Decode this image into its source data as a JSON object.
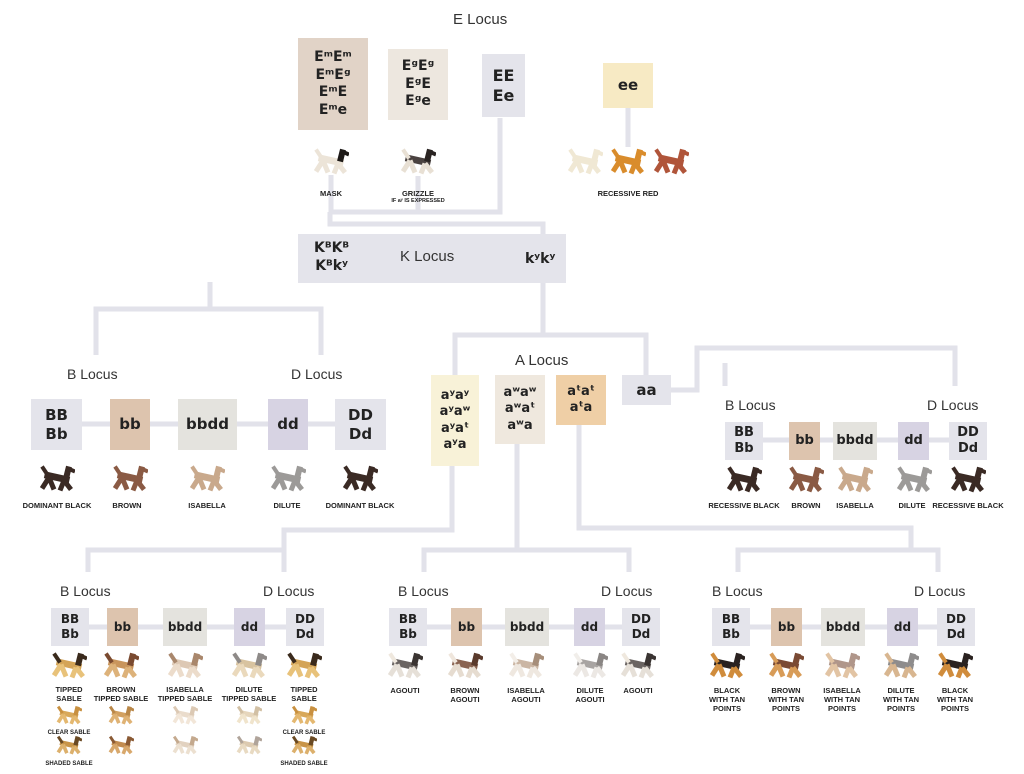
{
  "titles": {
    "e_locus": "E Locus",
    "k_locus": "K Locus",
    "a_locus": "A Locus",
    "b_locus": "B Locus",
    "d_locus": "D Locus"
  },
  "e_genotypes": {
    "mask": [
      "EᵐEᵐ",
      "EᵐEᵍ",
      "EᵐE",
      "Eᵐe"
    ],
    "grizzle": [
      "EᵍEᵍ",
      "EᵍE",
      "Eᵍe"
    ],
    "dominant": [
      "EE",
      "Ee"
    ],
    "recessive": [
      "ee"
    ]
  },
  "e_captions": {
    "mask": "MASK",
    "grizzle": "GRIZZLE",
    "grizzle_note": "IF aʸ IS EXPRESSED",
    "recessive_red": "RECESSIVE RED"
  },
  "k_genotypes": {
    "dominant": [
      "KᴮKᴮ",
      "Kᴮkʸ"
    ],
    "recessive": "kʸkʸ"
  },
  "a_genotypes": {
    "sable": [
      "aʸaʸ",
      "aʸaʷ",
      "aʸaᵗ",
      "aʸa"
    ],
    "agouti": [
      "aʷaʷ",
      "aʷaᵗ",
      "aʷa"
    ],
    "tan_points": [
      "aᵗaᵗ",
      "aᵗa"
    ],
    "recessive_black": "aa"
  },
  "bd_genotypes": {
    "black": [
      "BB",
      "Bb"
    ],
    "brown": "bb",
    "isabella": "bbdd",
    "dilute": "dd",
    "dense": [
      "DD",
      "Dd"
    ]
  },
  "captions": {
    "kb": [
      "DOMINANT BLACK",
      "BROWN",
      "ISABELLA",
      "DILUTE",
      "DOMINANT BLACK"
    ],
    "aa": [
      "RECESSIVE BLACK",
      "BROWN",
      "ISABELLA",
      "DILUTE",
      "RECESSIVE BLACK"
    ],
    "sable": [
      "TIPPED SABLE",
      "BROWN TIPPED SABLE",
      "ISABELLA TIPPED SABLE",
      "DILUTE TIPPED SABLE",
      "TIPPED SABLE"
    ],
    "sable_variants": [
      "CLEAR SABLE",
      "SHADED SABLE"
    ],
    "agouti": [
      "AGOUTI",
      "BROWN AGOUTI",
      "ISABELLA AGOUTI",
      "DILUTE AGOUTI",
      "AGOUTI"
    ],
    "tan": [
      "BLACK WITH TAN POINTS",
      "BROWN WITH TAN POINTS",
      "ISABELLA WITH TAN POINTS",
      "DILUTE WITH TAN POINTS",
      "BLACK WITH TAN POINTS"
    ]
  },
  "colors": {
    "connector": "#e2e2ea",
    "black_coat": "#3a2a24",
    "brown_coat": "#8a5a44",
    "isabella_coat": "#c9a98c",
    "dilute_coat": "#9c9a98",
    "cream_coat": "#f0e8d4",
    "gold_coat": "#d98c2c",
    "red_coat": "#b0553a"
  }
}
